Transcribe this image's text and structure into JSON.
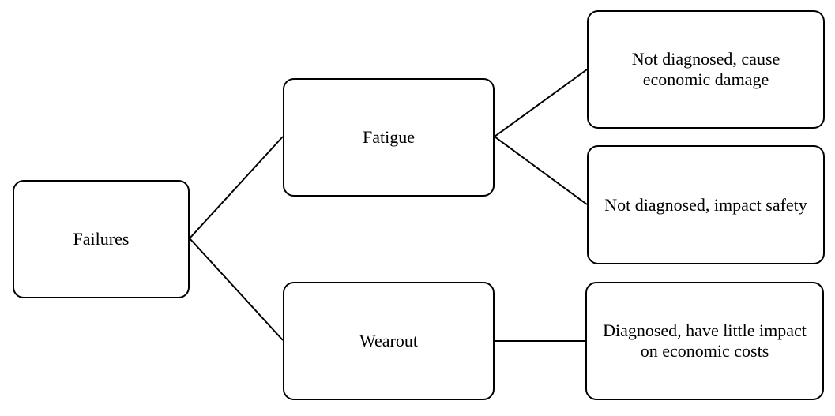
{
  "diagram": {
    "root": {
      "label": "Failures"
    },
    "branches": [
      {
        "label": "Fatigue",
        "outcomes": [
          {
            "label": "Not diagnosed, cause economic damage"
          },
          {
            "label": "Not diagnosed, impact safety"
          }
        ]
      },
      {
        "label": "Wearout",
        "outcomes": [
          {
            "label": "Diagnosed, have little impact on economic costs"
          }
        ]
      }
    ]
  }
}
